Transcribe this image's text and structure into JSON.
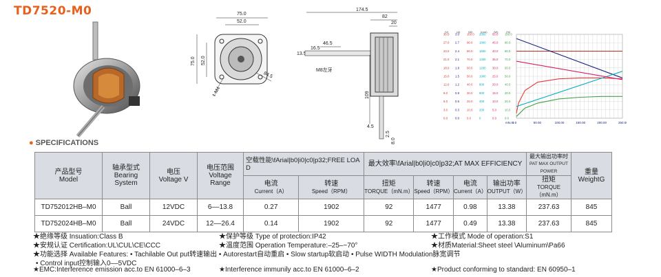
{
  "title": "TD7520-M0",
  "spec_heading": "SPECIFICATIONS",
  "drawing": {
    "front": {
      "w1": "75.0",
      "w2": "52.0",
      "h1": "75.0",
      "h2": "52.0",
      "d": "84.5",
      "hole": "4-M4"
    },
    "side": {
      "total": "174.5",
      "body": "82",
      "gap": "20",
      "shaft1": "46.5",
      "shaft2": "16.5",
      "shaft3": "13.5",
      "thread": "M8左牙",
      "len": "109",
      "tip": "4.5",
      "t1": "2.5",
      "t2": "8.0"
    }
  },
  "chart_data": {
    "type": "line",
    "column_headers": [
      "Voltage",
      "Current",
      "Pin",
      "Speed",
      "Pout",
      "Eff"
    ],
    "column_units": [
      "(V)",
      "(A)",
      "(W)",
      "(rpm)",
      "(W)",
      "(%)"
    ],
    "left_ticks": [
      [
        "30.0",
        "3.0",
        "100.0",
        "2000",
        "50.0",
        "100.0"
      ],
      [
        "27.0",
        "2.7",
        "90.0",
        "1800",
        "45.0",
        "90.0"
      ],
      [
        "24.0",
        "2.4",
        "80.0",
        "1600",
        "40.0",
        "80.0"
      ],
      [
        "21.0",
        "2.1",
        "70.0",
        "1400",
        "35.0",
        "70.0"
      ],
      [
        "18.0",
        "1.8",
        "60.0",
        "1200",
        "30.0",
        "60.0"
      ],
      [
        "15.0",
        "1.5",
        "50.0",
        "1000",
        "25.0",
        "50.0"
      ],
      [
        "12.0",
        "1.2",
        "40.0",
        "800",
        "20.0",
        "40.0"
      ],
      [
        "9.0",
        "0.9",
        "30.0",
        "600",
        "15.0",
        "30.0"
      ],
      [
        "6.0",
        "0.6",
        "20.0",
        "400",
        "10.0",
        "20.0"
      ],
      [
        "3.0",
        "0.3",
        "10.0",
        "200",
        "5.0",
        "10.0"
      ],
      [
        "0.0",
        "0.0",
        "0.0",
        "0",
        "0.0",
        "0.0"
      ]
    ],
    "xlabel": "mN.m",
    "x_ticks": [
      "0.0",
      "50.00",
      "100.00",
      "150.00",
      "200.00",
      "250.00"
    ],
    "xlim": [
      0,
      250
    ],
    "ylim": [
      0,
      10
    ],
    "series": [
      {
        "color": "#c0392b",
        "x": [
          0,
          250
        ],
        "y": [
          8.0,
          8.0
        ]
      },
      {
        "color": "#1a237e",
        "x": [
          0,
          250
        ],
        "y": [
          9.5,
          4.8
        ]
      },
      {
        "color": "#e53935",
        "x": [
          0,
          5,
          20,
          50,
          100,
          150,
          200,
          250
        ],
        "y": [
          0.6,
          1.8,
          3.3,
          4.3,
          4.7,
          4.8,
          4.8,
          4.7
        ]
      },
      {
        "color": "#00acc1",
        "x": [
          0,
          250
        ],
        "y": [
          1.4,
          5.6
        ]
      },
      {
        "color": "#d81b60",
        "x": [
          0,
          250
        ],
        "y": [
          6.8,
          4.6
        ]
      },
      {
        "color": "#43a047",
        "x": [
          0,
          20,
          50,
          100,
          150,
          200,
          250
        ],
        "y": [
          0.2,
          1.2,
          1.8,
          2.3,
          2.5,
          2.6,
          2.6
        ]
      }
    ]
  },
  "table": {
    "h_model": [
      "产品型号",
      "Model"
    ],
    "h_bearing": [
      "轴承型式",
      "Bearing",
      "System"
    ],
    "h_voltage": [
      "电压",
      "Voltage V"
    ],
    "h_range": [
      "电压范围",
      "Voltage",
      "Range"
    ],
    "h_free": [
      "空载性能\\fArial|b0|i0|c0|p32;FREE LOAD"
    ],
    "h_max": "最大效率\\fArial|b0|i0|c0|p32;AT MAX EFFICIENCY",
    "h_power": [
      "最大输出功率时",
      "PAT MAX OUTPUT POWER"
    ],
    "h_weight": [
      "重量",
      "WeightG"
    ],
    "sub": {
      "free_current": [
        "电流",
        "Current（A）"
      ],
      "free_speed": [
        "转速",
        "Speed（RPM）"
      ],
      "max_torque": [
        "扭矩",
        "TORQUE（mN.m）"
      ],
      "max_speed": [
        "转速",
        "Speed（RPM）"
      ],
      "max_current": [
        "电流",
        "Current（A）"
      ],
      "max_output": [
        "输出功率",
        "OUTPUT（W）"
      ],
      "pw_torque": [
        "扭矩",
        "TORQUE（mN.m）"
      ]
    },
    "rows": [
      [
        "TD752012HB–M0",
        "Ball",
        "12VDC",
        "6––13.8",
        "0.27",
        "1902",
        "92",
        "1477",
        "0.98",
        "13.38",
        "237.63",
        "845"
      ],
      [
        "TD752024HB–M0",
        "Ball",
        "24VDC",
        "12––26.4",
        "0.14",
        "1902",
        "92",
        "1477",
        "0.49",
        "13.38",
        "237.63",
        "845"
      ]
    ]
  },
  "notes": {
    "insulation": "★绝缘等级 Insuation:Class B",
    "protection": "★保护等级 Type of protection:IP42",
    "mode": "★工作模式 Mode of operation:S1",
    "cert": "★安规认证 Certification:UL\\CUL\\CE\\CCC",
    "temp": "★温度范围 Operation Temperature:–25–~70°",
    "material": "★材质Material:Sheet steel  \\Aluminum\\Pa66",
    "features": "★功能选择 Available Features:   • Tachilable Out put转速输出     • Autorestart自动重启       • Slow startup软启动      • Pulse WIDTH Modulation脉宽调节",
    "control": "• Control input控制输入0––5VDC",
    "emc": "★EMC:Interference emission acc.to EN 61000–6–3",
    "immunity": "★Interference immunily acc.to EN 61000–6–2",
    "standard": "★Product conforming to standard: EN 60950–1"
  }
}
